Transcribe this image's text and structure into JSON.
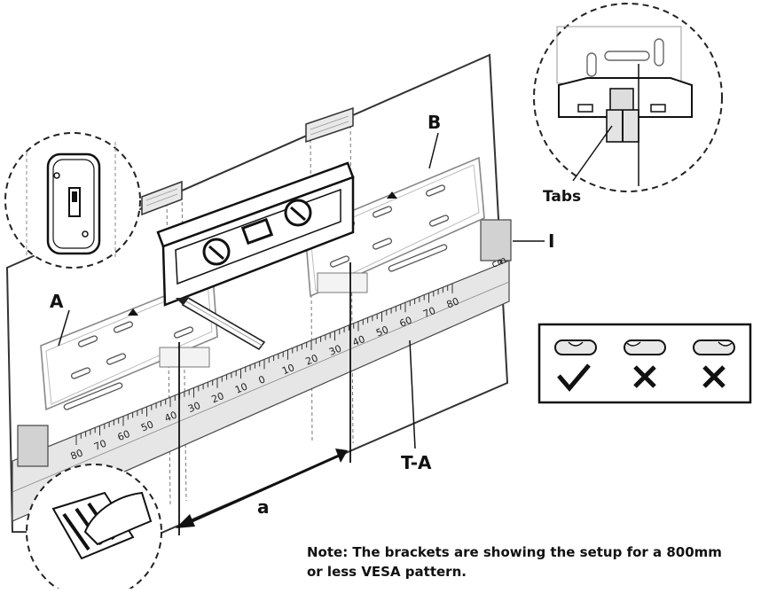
{
  "labels": {
    "bracket_left": "A",
    "bracket_right": "B",
    "tabs": "Tabs",
    "tape_item": "I",
    "template": "T-A",
    "distance": "a",
    "unit": "cm"
  },
  "ruler": {
    "top_ticks": [
      "0",
      "10",
      "20",
      "30",
      "40",
      "50",
      "60",
      "70",
      "80"
    ],
    "left_ticks": [
      "10",
      "20",
      "30",
      "40",
      "50",
      "60",
      "70",
      "80"
    ]
  },
  "legend": {
    "marks": [
      "check-icon",
      "cross-icon",
      "cross-icon"
    ]
  },
  "note": "Note: The brackets are showing the setup for a 800mm or less VESA pattern.",
  "colors": {
    "ink": "#1a1a1a",
    "template_fill": "#e6e6e6",
    "wall_line": "#333333"
  }
}
